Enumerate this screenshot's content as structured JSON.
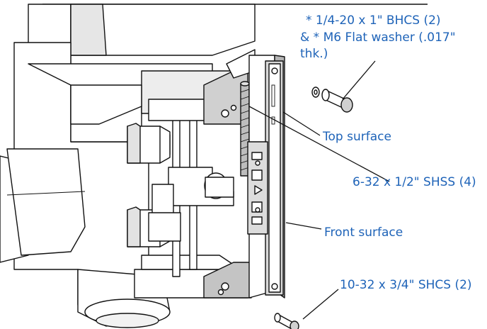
{
  "callouts": {
    "bhcs_line1": "* 1/4-20 x 1\" BHCS (2)",
    "bhcs_line2": "& * M6 Flat washer (.017\"",
    "bhcs_line3": "thk.)",
    "top_surface": "Top surface",
    "shss": "6-32 x 1/2\" SHSS (4)",
    "front_surface": "Front surface",
    "shcs": "10-32 x 3/4\" SHCS (2)"
  },
  "colors": {
    "callout_text": "#1e63b8",
    "part_fill_light": "#ffffff",
    "part_fill_mid": "#d9d9d9",
    "part_fill_dark": "#b5b5b5",
    "outline": "#111111"
  }
}
